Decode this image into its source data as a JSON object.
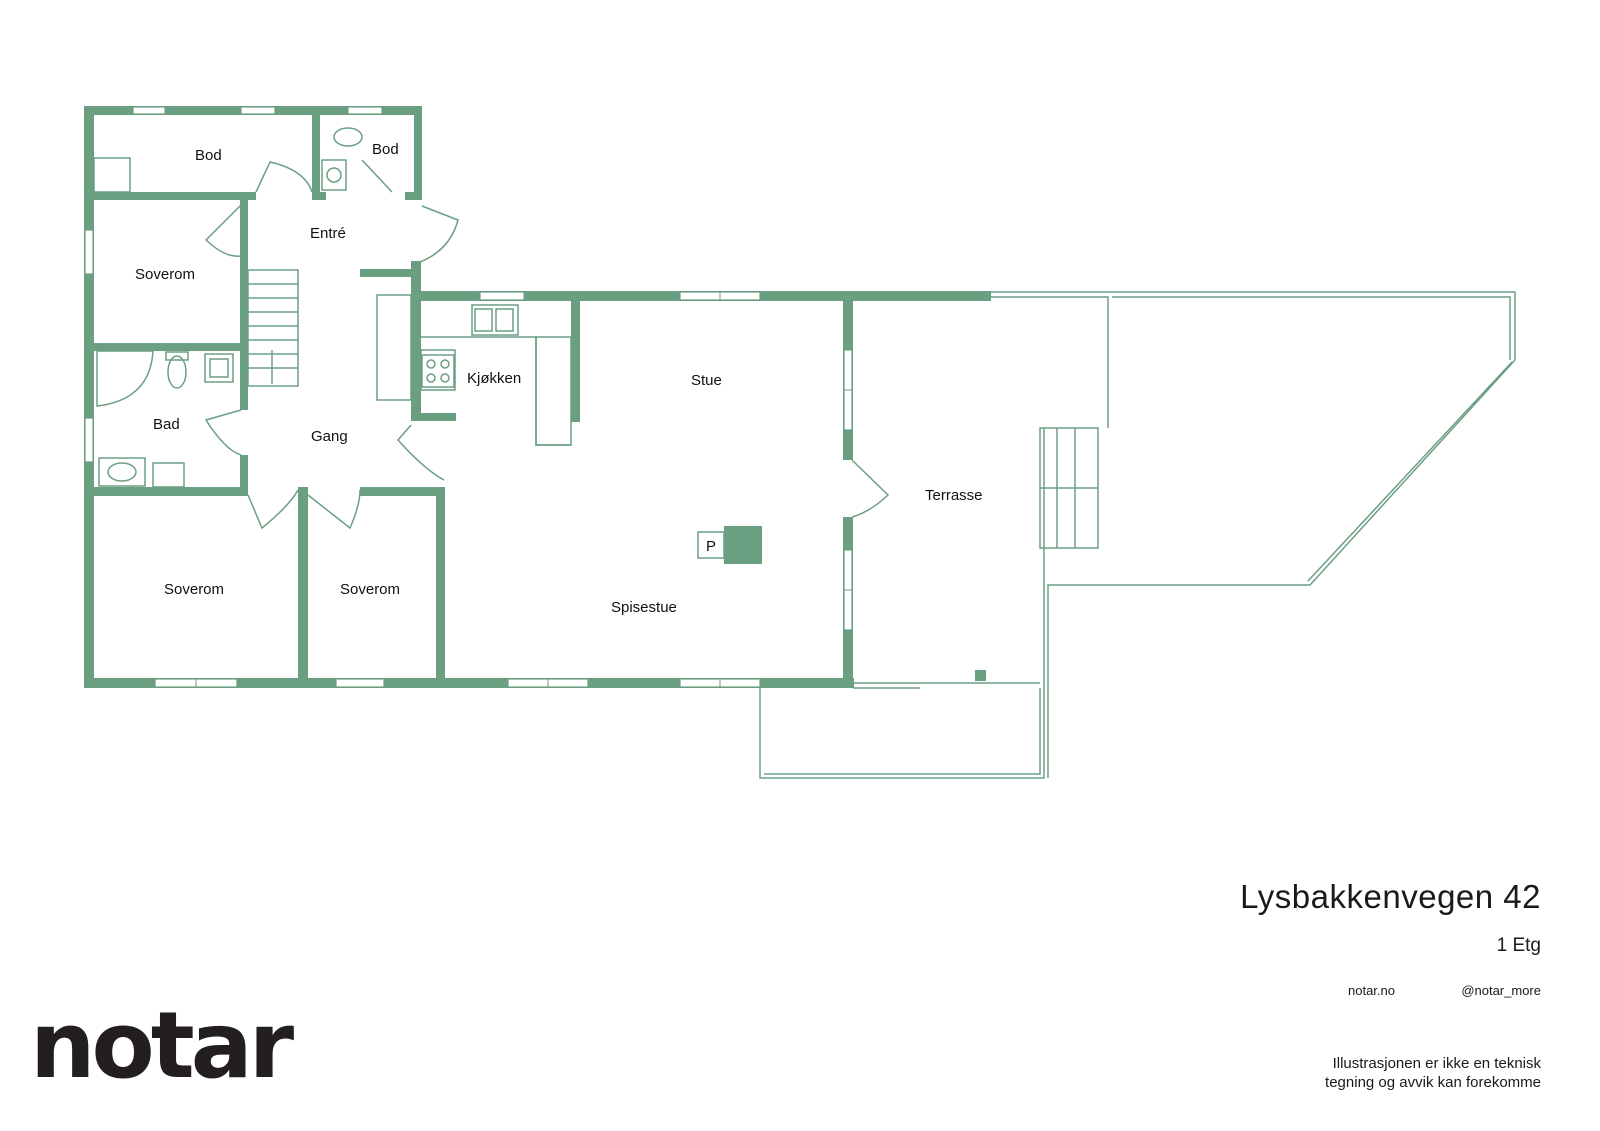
{
  "rooms": {
    "bod_1": "Bod",
    "bod_2": "Bod",
    "entre": "Entré",
    "soverom_1": "Soverom",
    "bad": "Bad",
    "gang": "Gang",
    "kjokken": "Kjøkken",
    "stue": "Stue",
    "terrasse": "Terrasse",
    "spisestue": "Spisestue",
    "soverom_2": "Soverom",
    "soverom_3": "Soverom",
    "fireplace": "P"
  },
  "info": {
    "address": "Lysbakkenvegen 42",
    "floor": "1 Etg",
    "website": "notar.no",
    "instagram": "@notar_more",
    "disclaimer_line1": "Illustrasjonen er ikke en teknisk",
    "disclaimer_line2": "tegning og avvik kan forekomme"
  },
  "brand": {
    "logo_text": "notar"
  },
  "colors": {
    "wall": "#6b9f82",
    "text": "#111111",
    "background": "#ffffff"
  }
}
